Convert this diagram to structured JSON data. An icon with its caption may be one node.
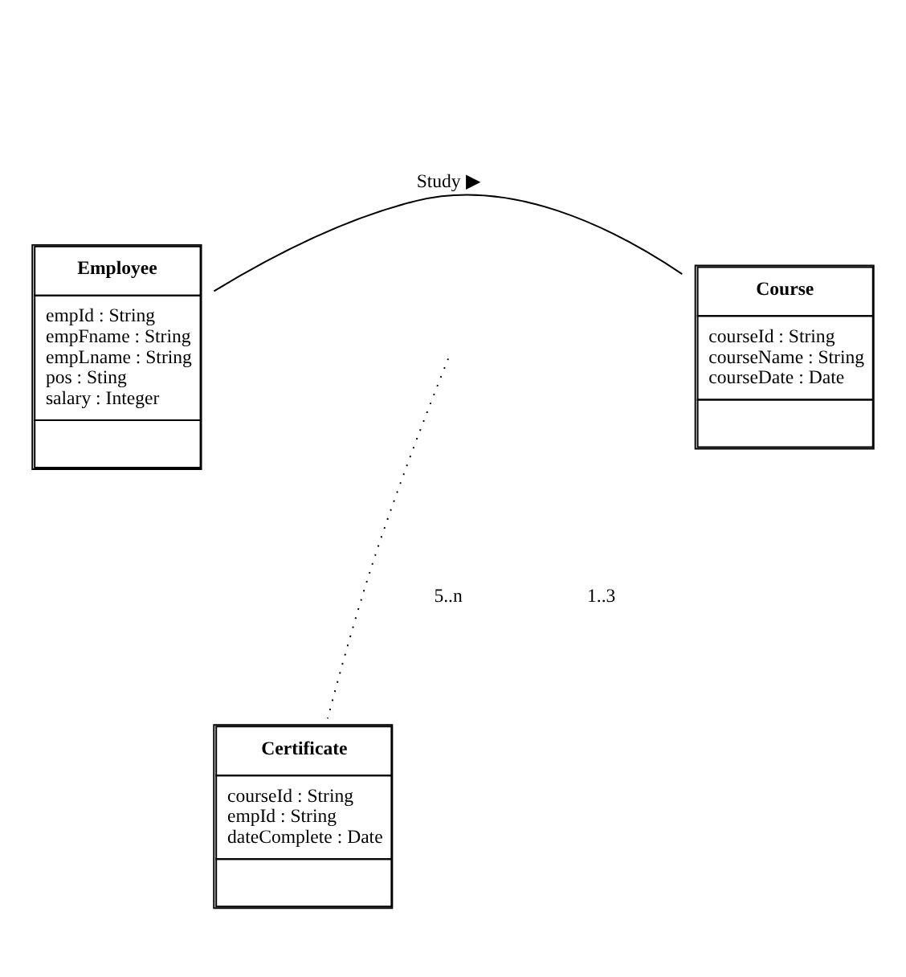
{
  "diagram": {
    "nodes": [
      {
        "text": [
          "Employee",
          "empId : String",
          "empFname : String",
          "empLname : String",
          "pos : Sting",
          "salary : Integer"
        ]
      },
      {
        "text": [
          "Course",
          "courseId : String",
          "courseName : String",
          "courseDate : Date"
        ]
      },
      {
        "text": [
          "Certificate",
          "courseId : String",
          "empId : String",
          "dateComplete : Date"
        ]
      }
    ],
    "edges": [
      {
        "from": 0,
        "to": 1,
        "arrow": "none",
        "label": "Study ▶"
      },
      {
        "from": null,
        "to": 2,
        "arrow": "none",
        "style": "dashed"
      }
    ],
    "labels": [
      "5..n",
      "1..3"
    ]
  }
}
